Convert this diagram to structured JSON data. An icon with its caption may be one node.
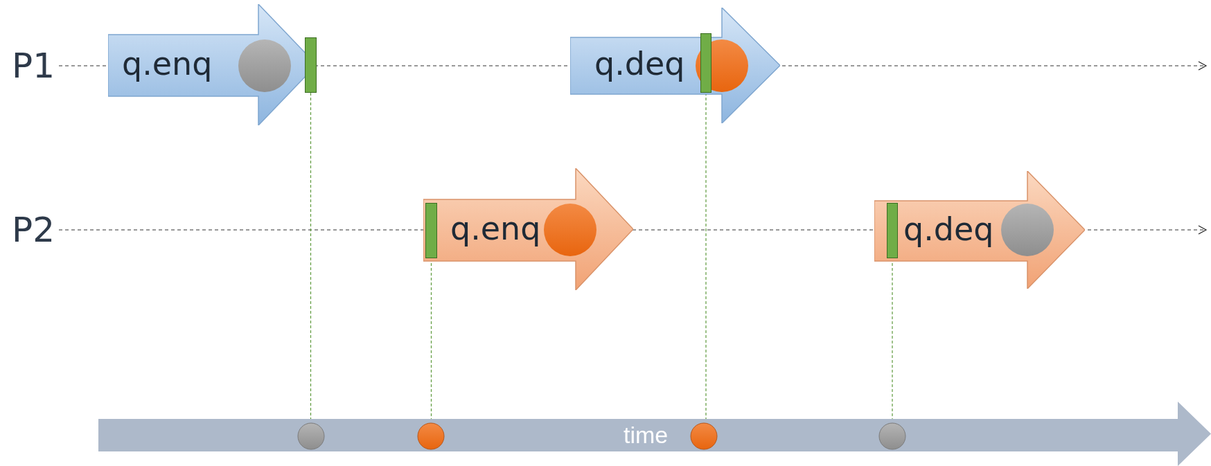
{
  "diagram": {
    "nodes": [
      {
        "text": [
          "P1"
        ]
      },
      {
        "text": [
          "q.enq"
        ]
      },
      {
        "text": [],
        "shape": "circle",
        "in": 1
      },
      {
        "text": [],
        "shape": "bar",
        "in": 1
      },
      {
        "text": [
          "q.deq"
        ]
      },
      {
        "text": [],
        "shape": "circle",
        "in": 4
      },
      {
        "text": [],
        "shape": "bar",
        "in": 4
      },
      {
        "text": [
          "P2"
        ]
      },
      {
        "text": [
          "q.enq"
        ]
      },
      {
        "text": [],
        "shape": "bar",
        "in": 8
      },
      {
        "text": [],
        "shape": "circle",
        "in": 8
      },
      {
        "text": [
          "q.deq"
        ]
      },
      {
        "text": [],
        "shape": "bar",
        "in": 11
      },
      {
        "text": [],
        "shape": "circle",
        "in": 11
      },
      {
        "text": [
          "time"
        ]
      },
      {
        "text": [],
        "shape": "circle",
        "in": 14
      },
      {
        "text": [],
        "shape": "circle",
        "in": 14
      },
      {
        "text": [],
        "shape": "circle",
        "in": 14
      },
      {
        "text": [],
        "shape": "circle",
        "in": 14
      }
    ],
    "edges": [
      {
        "from": 0,
        "to": null,
        "arrow": "to",
        "style": "dashed",
        "color": "#333333"
      },
      {
        "from": 7,
        "to": null,
        "arrow": "to",
        "style": "dashed",
        "color": "#333333"
      },
      {
        "from": 3,
        "to": 15,
        "arrow": "none",
        "style": "dashed"
      },
      {
        "from": 9,
        "to": 16,
        "arrow": "none",
        "style": "dashed"
      },
      {
        "from": 6,
        "to": 17,
        "arrow": "none",
        "style": "dashed"
      },
      {
        "from": 12,
        "to": 18,
        "arrow": "none",
        "style": "dashed"
      }
    ]
  }
}
